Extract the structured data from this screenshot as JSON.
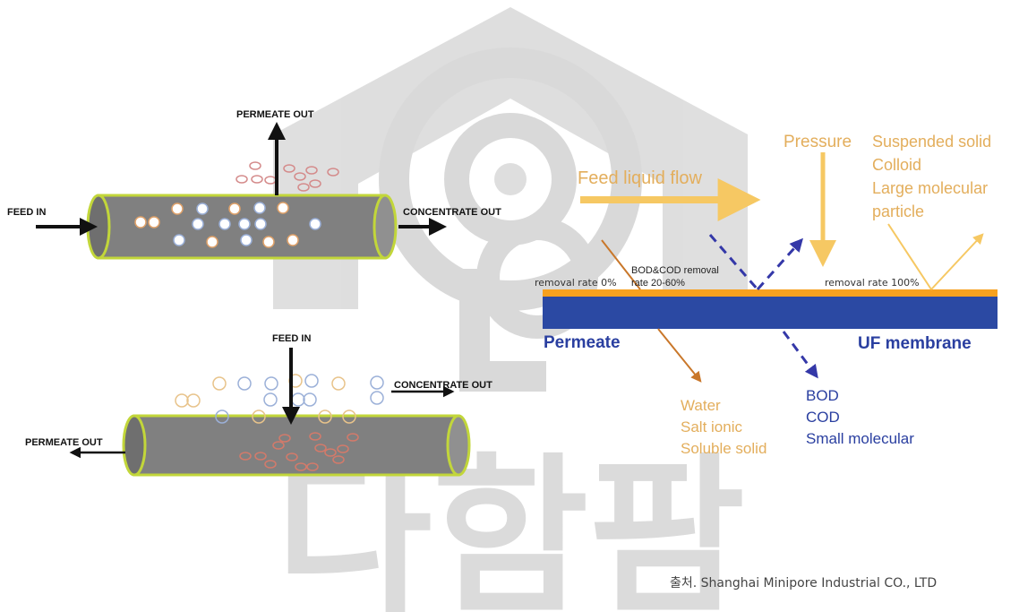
{
  "watermark": {
    "text": "다함팜"
  },
  "left_top": {
    "permeate_out": "PERMEATE OUT",
    "feed_in": "FEED IN",
    "concentrate_out": "CONCENTRATE OUT"
  },
  "left_bottom": {
    "feed_in": "FEED IN",
    "concentrate_out": "CONCENTRATE OUT",
    "permeate_out": "PERMEATE OUT"
  },
  "right": {
    "feed_liquid_flow": "Feed liquid flow",
    "pressure": "Pressure",
    "suspended": [
      "Suspended solid",
      "Colloid",
      "Large molecular",
      "particle"
    ],
    "bod_cod_removal": [
      "BOD&COD removal",
      "rate 20-60%"
    ],
    "removal_rate_0": "removal rate 0%",
    "removal_rate_100": "removal rate 100%",
    "permeate": "Permeate",
    "uf_membrane": "UF membrane",
    "water_group": [
      "Water",
      "Salt ionic",
      "Soluble solid"
    ],
    "bod_group": [
      "BOD",
      "COD",
      "Small molecular"
    ]
  },
  "source": "출처. Shanghai Minipore Industrial CO.,  LTD",
  "colors": {
    "yellow_arrow": "#f6c863",
    "membrane_blue": "#2b49a3",
    "membrane_orange": "#f7a11f",
    "text_blue": "#2a3fa0",
    "text_orange": "#e3ae5c",
    "brown_arrow": "#c9772a",
    "dashed_blue": "#3438a8",
    "tube_gray": "#808080",
    "tube_rim": "#c2d63a"
  }
}
